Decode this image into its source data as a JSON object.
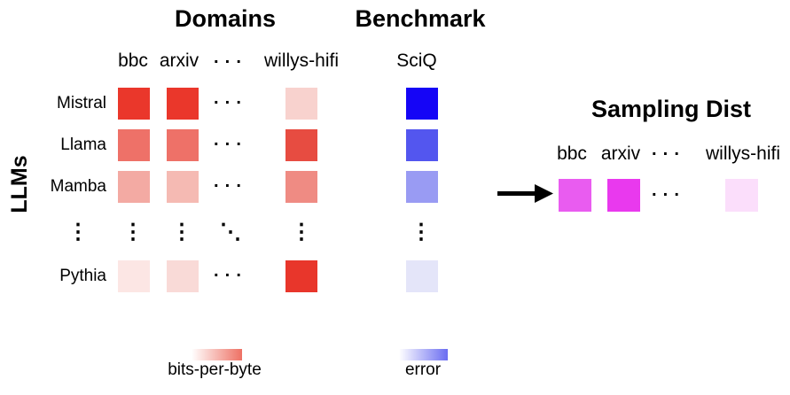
{
  "titles": {
    "domains": "Domains",
    "benchmark": "Benchmark",
    "sampling_dist": "Sampling Dist"
  },
  "llms_axis_label": "LLMs",
  "domain_columns": [
    "bbc",
    "arxiv",
    "willys-hifi"
  ],
  "benchmark_column": "SciQ",
  "dots": {
    "horizontal": "···",
    "vertical": "⋮",
    "diagonal": "⋱"
  },
  "matrix": {
    "rows": [
      {
        "label": "Mistral",
        "domain_colors": [
          "#ea372b",
          "#ea372b",
          "#f8d2ce"
        ],
        "benchmark_color": "#1505f6"
      },
      {
        "label": "Llama",
        "domain_colors": [
          "#ee7168",
          "#ee7168",
          "#e74c41"
        ],
        "benchmark_color": "#5356ef"
      },
      {
        "label": "Mamba",
        "domain_colors": [
          "#f3aaa3",
          "#f5bab3",
          "#ef8b83"
        ],
        "benchmark_color": "#999bf3"
      },
      {
        "label": "Pythia",
        "domain_colors": [
          "#fce6e4",
          "#f9dad7",
          "#e8362b"
        ],
        "benchmark_color": "#e4e5f9"
      }
    ]
  },
  "sampling": {
    "columns": [
      "bbc",
      "arxiv",
      "willys-hifi"
    ],
    "colors": [
      "#e95cf0",
      "#e939ee",
      "#fbdefb"
    ]
  },
  "legend": {
    "bits_per_byte_label": "bits-per-byte",
    "bits_per_byte_color": "#ee7164",
    "error_label": "error",
    "error_color": "#6b6df1"
  },
  "arrow_color": "#000000"
}
